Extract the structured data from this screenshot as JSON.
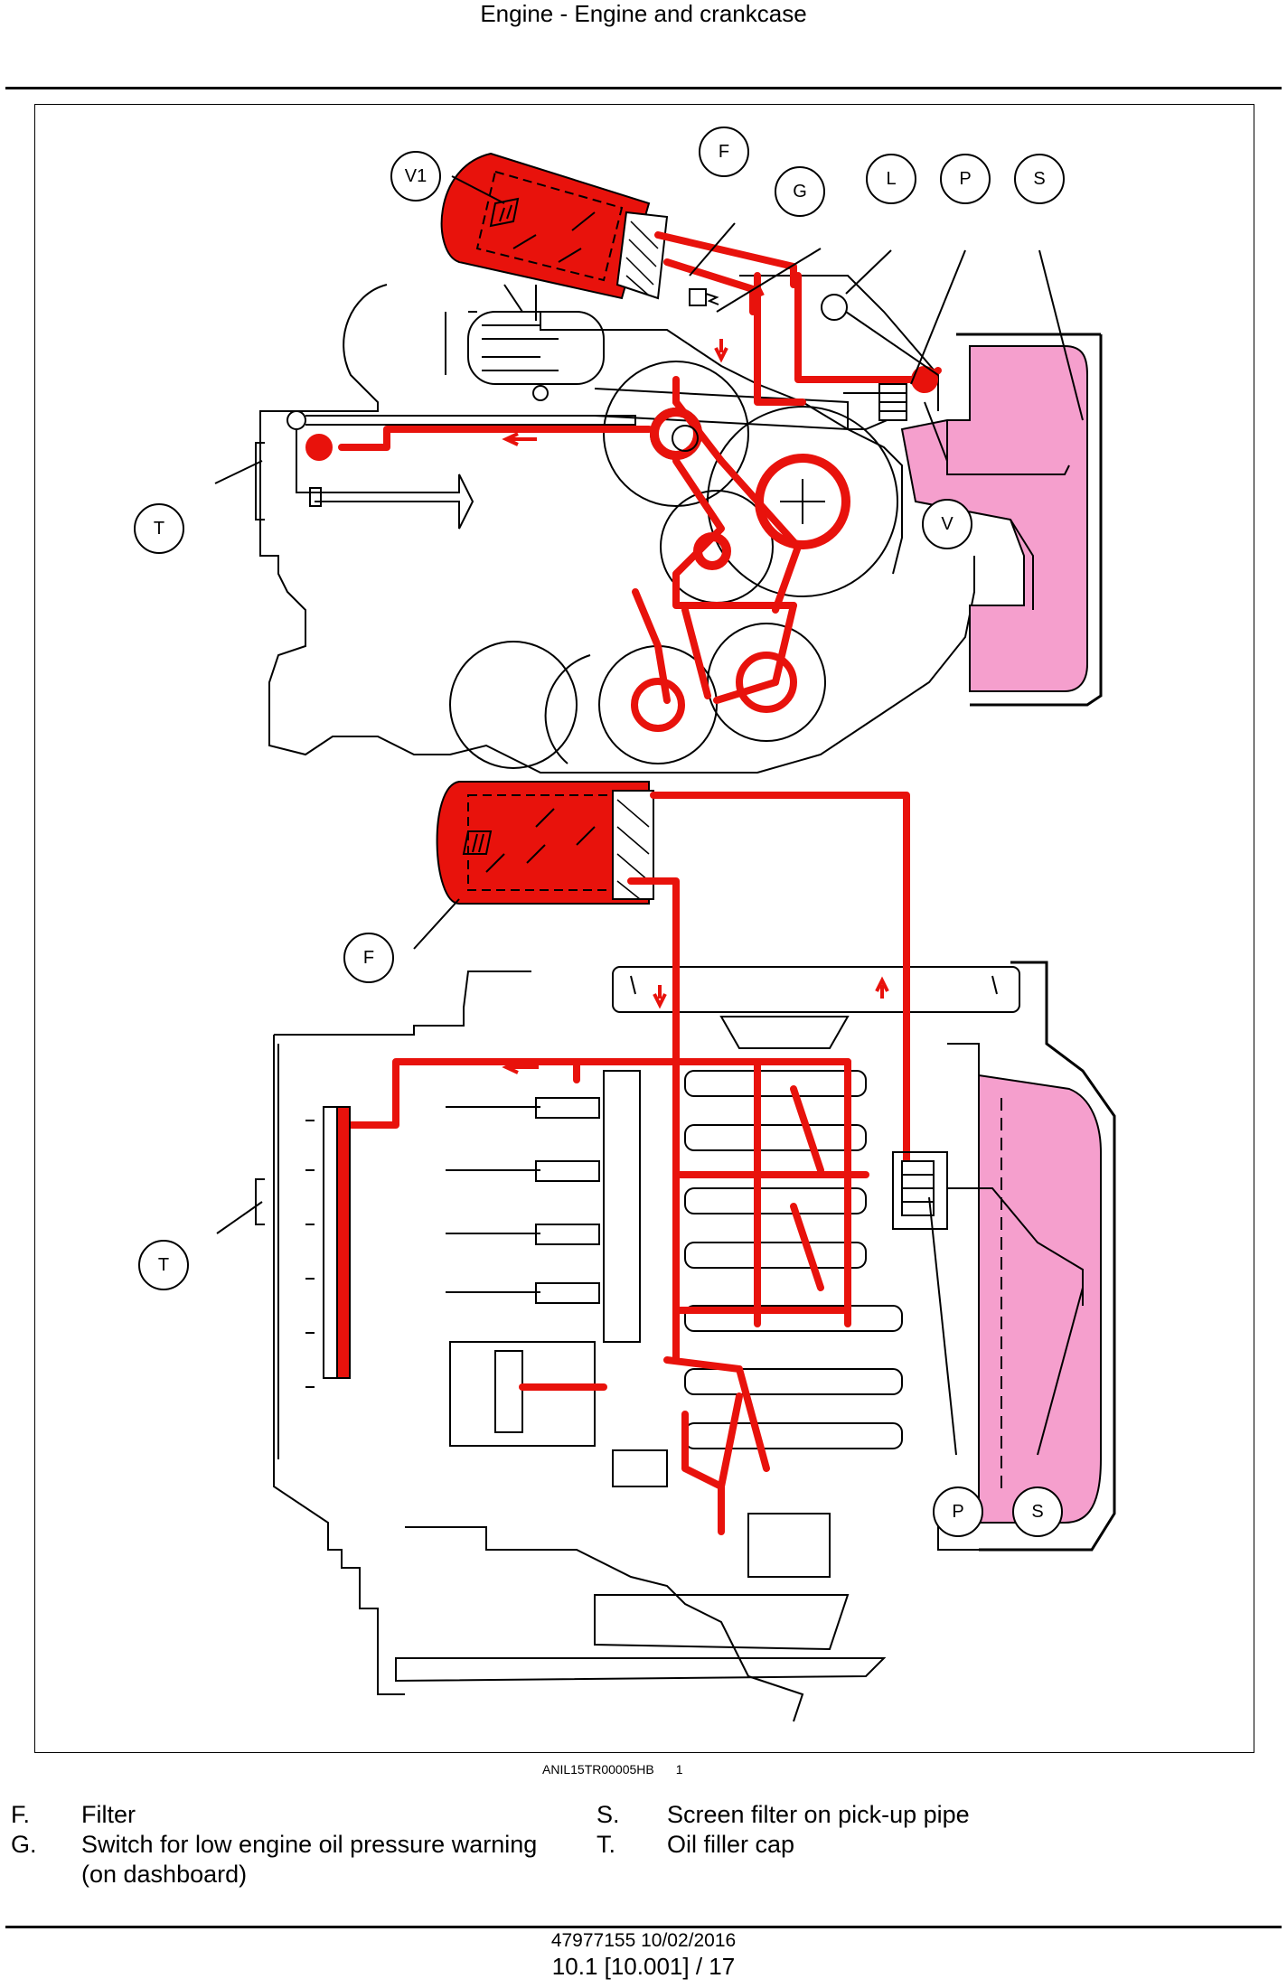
{
  "header": {
    "title": "Engine - Engine and crankcase"
  },
  "figure": {
    "code": "ANIL15TR00005HB",
    "number": "1",
    "callouts": {
      "v1": "V1",
      "f_top": "F",
      "g": "G",
      "l": "L",
      "p_top": "P",
      "s_top": "S",
      "t_top": "T",
      "v": "V",
      "f_bottom": "F",
      "t_bottom": "T",
      "p_bottom": "P",
      "s_bottom": "S"
    },
    "colors": {
      "oil": "#e8120c",
      "sump": "#f59fcd",
      "line": "#000000"
    }
  },
  "legend": {
    "left": [
      {
        "key": "F.",
        "text": "Filter"
      },
      {
        "key": "G.",
        "text": "Switch for low engine oil pressure warning (on dashboard)"
      }
    ],
    "right": [
      {
        "key": "S.",
        "text": "Screen filter on pick-up pipe"
      },
      {
        "key": "T.",
        "text": "Oil filler cap"
      }
    ]
  },
  "footer": {
    "doc_id": "47977155 10/02/2016",
    "page": "10.1 [10.001] / 17"
  }
}
